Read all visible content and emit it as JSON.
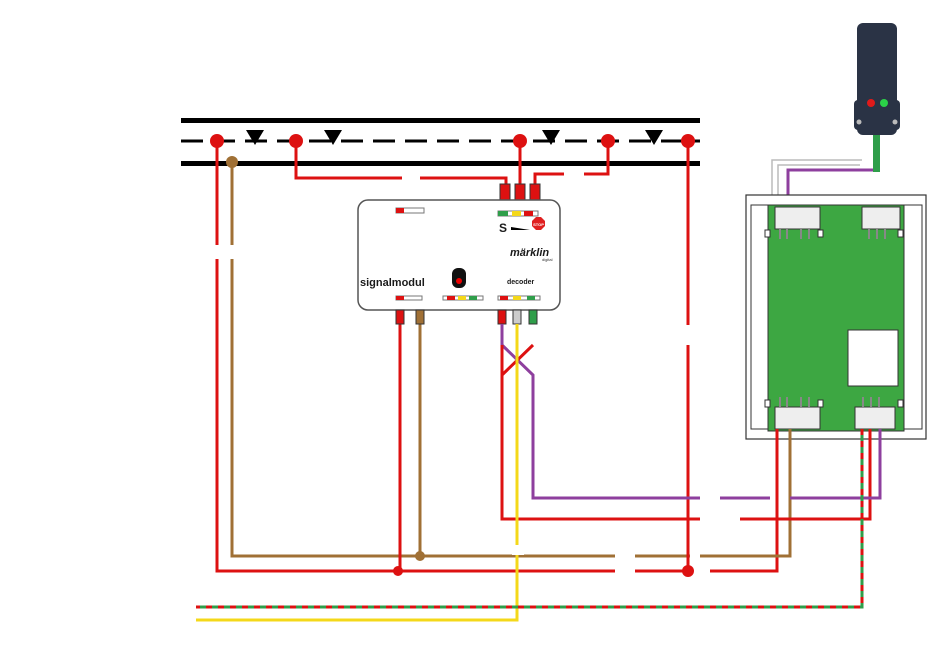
{
  "module": {
    "name": "signalmodul",
    "decoder_label": "decoder",
    "brand": "märklin",
    "brand_sub": "digital",
    "symbol_s": "S",
    "stop_label": "STOP"
  },
  "colors": {
    "track": "#000000",
    "red_wire": "#dd1111",
    "brown_wire": "#a07035",
    "purple_wire": "#8e3f9e",
    "yellow_wire": "#f4d81a",
    "green_wire": "#2f9e4a",
    "board": "#3da742",
    "signal_body": "#2a3345"
  },
  "icons": [
    "direction-arrow-icon",
    "stop-sign-icon",
    "signal-lamp-icon"
  ]
}
